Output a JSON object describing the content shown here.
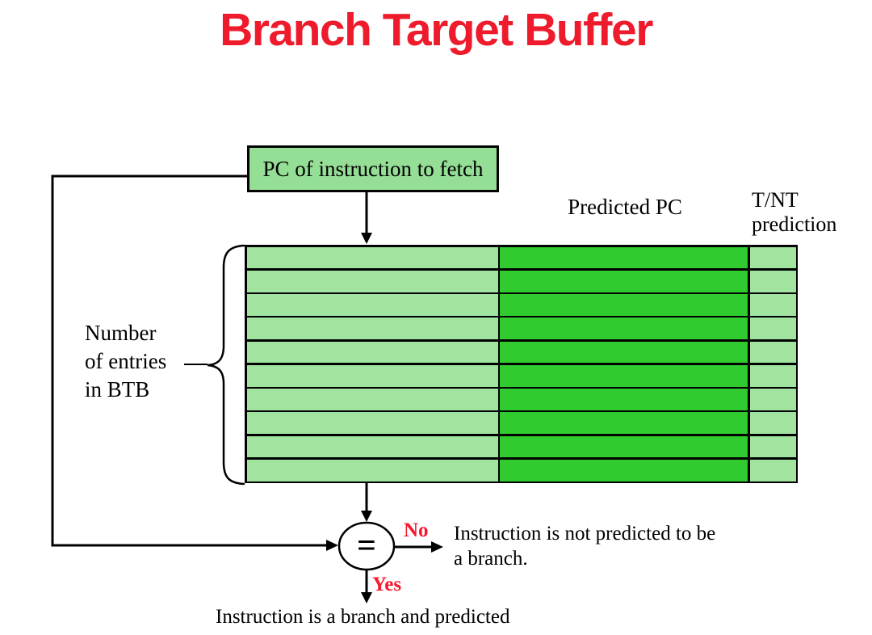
{
  "title": "Branch Target Buffer",
  "colors": {
    "title_red": "#ee1b2c",
    "label_red": "#f7182f",
    "light_green": "#a0e4a0",
    "dark_green": "#2fcb2f",
    "box_green": "#95de95"
  },
  "pc_box": {
    "label": "PC of instruction to fetch"
  },
  "table": {
    "rows": 10,
    "predicted_pc_header": "Predicted PC",
    "tnt_header_line1": "T/NT",
    "tnt_header_line2": "prediction"
  },
  "btb_label": {
    "line1": "Number",
    "line2": "of entries",
    "line3": "in BTB"
  },
  "comparator": {
    "symbol": "="
  },
  "no_branch": {
    "label": "No",
    "text_line1": "Instruction is not predicted to be",
    "text_line2": "a branch."
  },
  "yes_branch": {
    "label": "Yes",
    "text": "Instruction is a branch and predicted"
  }
}
